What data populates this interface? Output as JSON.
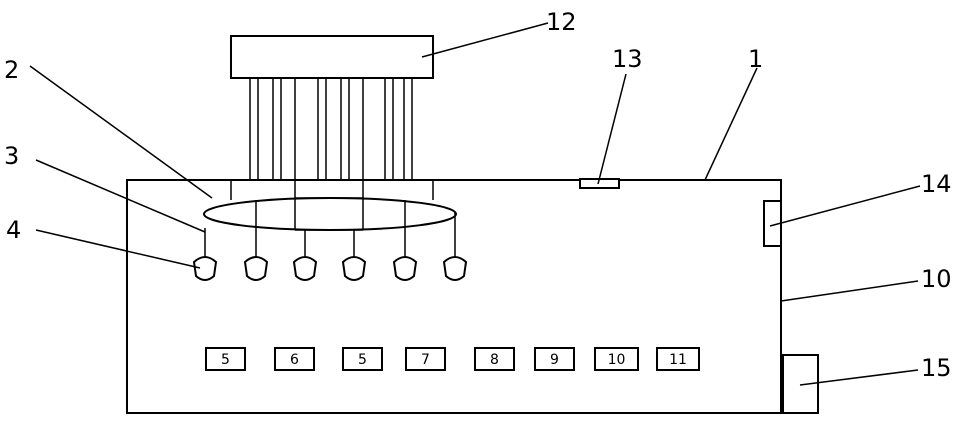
{
  "callouts": {
    "c1": "1",
    "c2": "2",
    "c3": "3",
    "c4": "4",
    "c10": "10",
    "c12": "12",
    "c13": "13",
    "c14": "14",
    "c15": "15"
  },
  "modules": [
    "5",
    "6",
    "5",
    "7",
    "8",
    "9",
    "10",
    "11"
  ]
}
